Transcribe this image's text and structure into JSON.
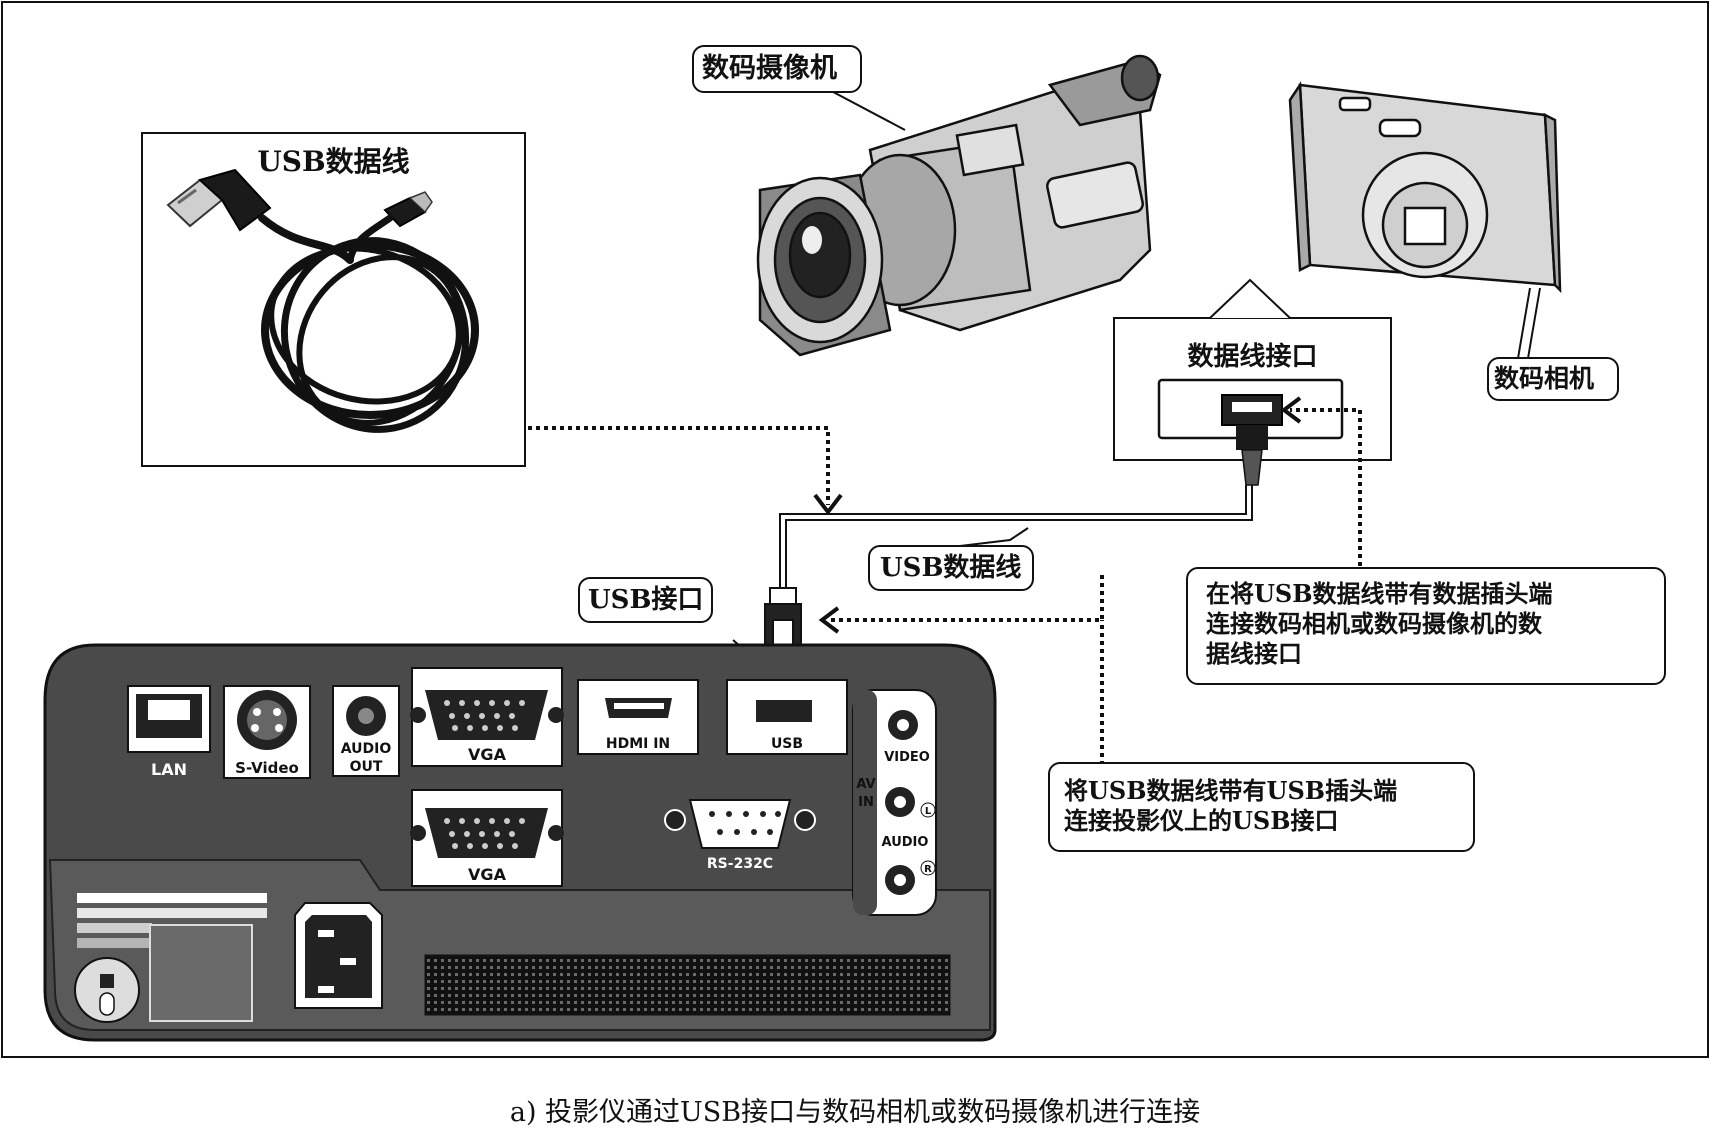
{
  "labels": {
    "usb_cable_photo_title": "USB数据线",
    "camcorder": "数码摄像机",
    "digital_camera": "数码相机",
    "data_port_box_title": "数据线接口",
    "usb_cable_callout": "USB数据线",
    "usb_port_callout": "USB接口",
    "note_camera_end_line1": "在将USB数据线带有数据插头端",
    "note_camera_end_line2": "连接数码相机或数码摄像机的数",
    "note_camera_end_line3": "据线接口",
    "note_projector_end_line1": "将USB数据线带有USB插头端",
    "note_projector_end_line2": "连接投影仪上的USB接口"
  },
  "ports": {
    "lan": "LAN",
    "svideo": "S-Video",
    "audio_out_1": "AUDIO",
    "audio_out_2": "OUT",
    "vga_top": "VGA",
    "vga_bottom": "VGA",
    "hdmi": "HDMI   IN",
    "usb": "USB",
    "video": "VIDEO",
    "av_in_1": "AV",
    "av_in_2": "IN",
    "audio": "AUDIO",
    "audio_l": "L",
    "audio_r": "R",
    "rs232c": "RS-232C"
  },
  "caption": "a) 投影仪通过USB接口与数码相机或数码摄像机进行连接"
}
